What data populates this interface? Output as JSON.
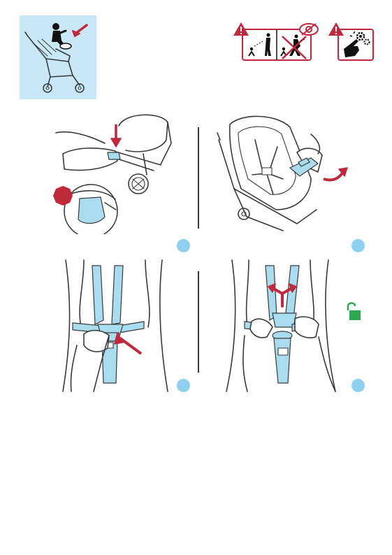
{
  "colors": {
    "light_blue_panel": "#c9e8f7",
    "strap_blue": "#a9dcef",
    "warning_red": "#c0283c",
    "step_dot": "#8fd0f1",
    "unlock_green": "#2ea84f"
  },
  "icons": {
    "header_panel": "child-leaving-stroller-icon",
    "warning_left": "keep-child-in-sight-warning-icon",
    "warning_right": "mechanism-hand-warning-icon",
    "stop": "stop-octagon-icon",
    "unlock": "open-padlock-icon"
  },
  "steps": [
    {
      "id": "step1",
      "illustration": "press-brake-pedal"
    },
    {
      "id": "step2",
      "illustration": "remove-bumper-bar"
    },
    {
      "id": "step3",
      "illustration": "harness-buckle-press"
    },
    {
      "id": "step4",
      "illustration": "harness-unbuckle-open"
    }
  ]
}
